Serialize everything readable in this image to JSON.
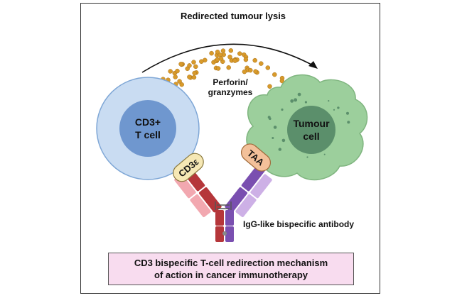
{
  "title": "Redirected tumour lysis",
  "perforin_label": [
    "Perforin/",
    "granzymes"
  ],
  "t_cell_label": [
    "CD3+",
    "T cell"
  ],
  "tumour_label": [
    "Tumour",
    "cell"
  ],
  "cd3_label": "CD3ε",
  "taa_label": "TAA",
  "antibody_label": "IgG-like bispecific antibody",
  "caption": {
    "line1": "CD3 bispecific T-cell redirection mechanism",
    "line2": "of action in cancer immunotherapy"
  },
  "colors": {
    "t_cell_outer": "#c9dcf2",
    "t_cell_inner": "#6f97cf",
    "tumour_outer": "#9ccf9c",
    "tumour_inner": "#5b8f6b",
    "granule": "#d89a2b",
    "cd3_fill": "#f6e8b5",
    "taa_fill": "#f3c19a",
    "red_chain": "#b5363a",
    "pink_chain": "#f2a8b0",
    "purple_chain": "#7a4fb0",
    "lilac_chain": "#cdb0e6",
    "caption_bg": "#f8dcef"
  }
}
